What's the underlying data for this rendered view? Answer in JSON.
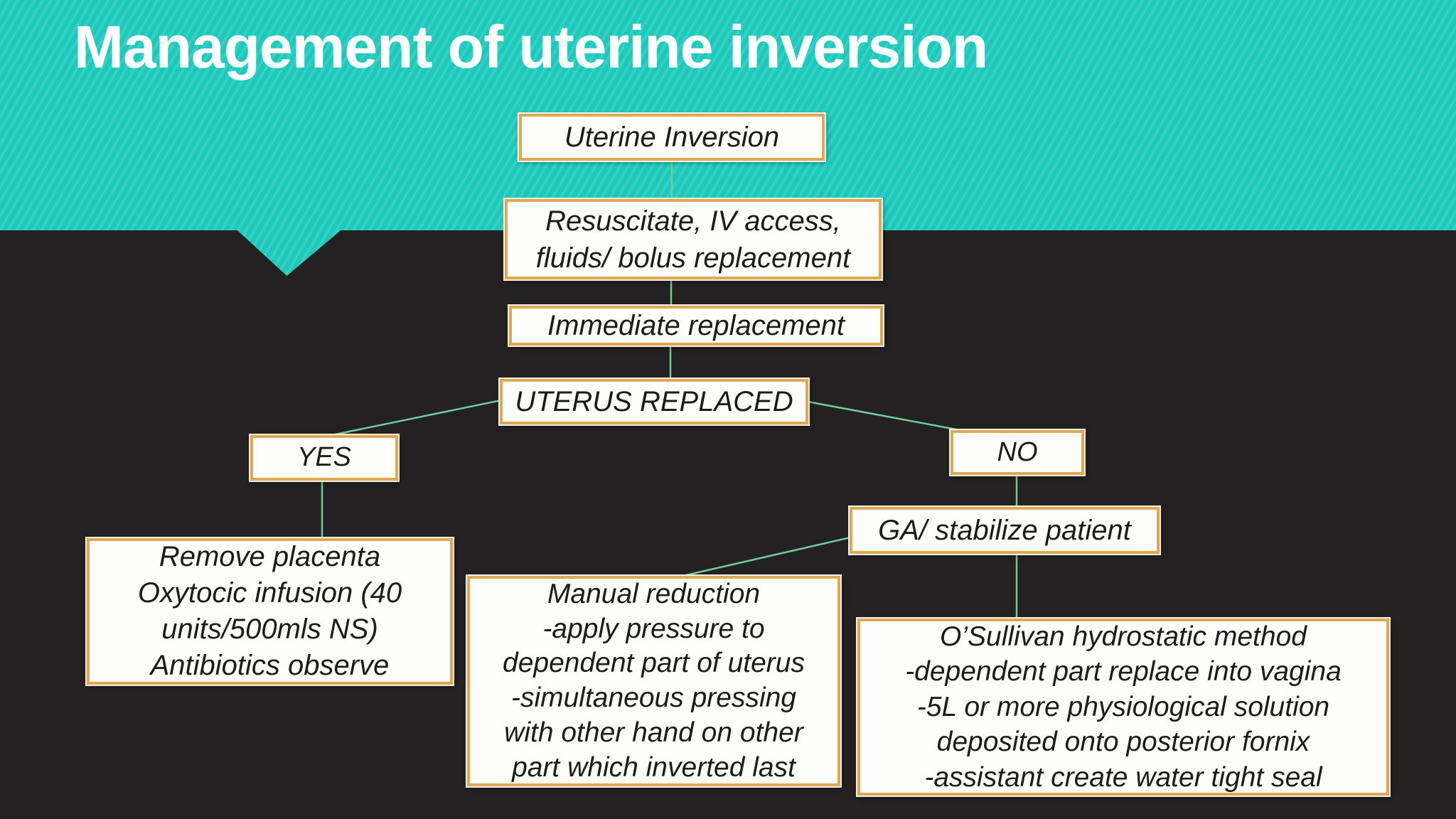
{
  "slide": {
    "title": "Management of uterine inversion",
    "colors": {
      "banner_base": "#1EC8BA",
      "banner_stripe": "#33D1C3",
      "background": "#232122",
      "box_border": "#E0A850",
      "box_fill": "#FDFDFC",
      "box_outline": "#F2EFE9",
      "connector": "#6FCE97",
      "node_text": "#1B1B1B",
      "title_text": "#FFFFFF"
    }
  },
  "flowchart": {
    "nodes": [
      {
        "id": "uterine-inversion",
        "text": "Uterine Inversion"
      },
      {
        "id": "resuscitate",
        "text": "Resuscitate, IV access,\nfluids/ bolus replacement"
      },
      {
        "id": "immediate-replacement",
        "text": "Immediate replacement"
      },
      {
        "id": "uterus-replaced",
        "text": "UTERUS REPLACED"
      },
      {
        "id": "yes",
        "text": "YES"
      },
      {
        "id": "no",
        "text": "NO"
      },
      {
        "id": "ga-stabilize-patient",
        "text": "GA/ stabilize patient"
      },
      {
        "id": "remove-placenta",
        "text": "Remove placenta\nOxytocic infusion (40\nunits/500mls NS)\nAntibiotics observe"
      },
      {
        "id": "manual-reduction",
        "text": "Manual reduction\n-apply pressure to\ndependent part of uterus\n-simultaneous pressing\nwith other hand on other\npart which inverted last"
      },
      {
        "id": "osullivan-hydrostatic",
        "text": "O’Sullivan hydrostatic method\n-dependent part replace into vagina\n-5L or more physiological solution\ndeposited onto posterior fornix\n-assistant create water tight seal"
      }
    ]
  }
}
